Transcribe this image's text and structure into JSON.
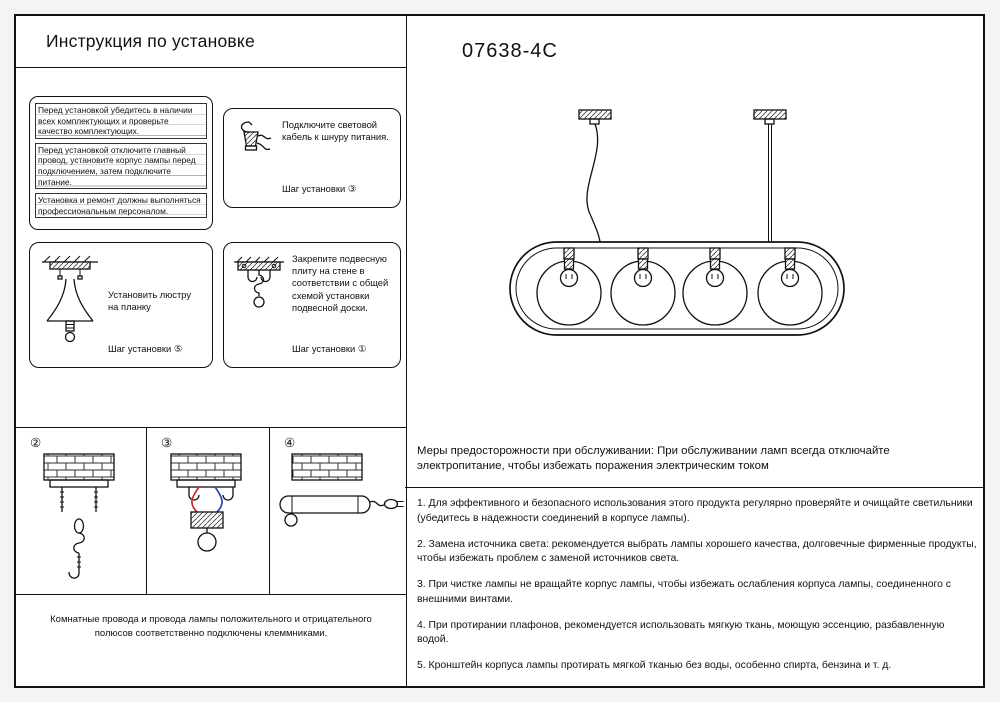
{
  "header": {
    "title": "Инструкция по установке",
    "model": "07638-4C"
  },
  "notes_box": {
    "lines": [
      "Перед установкой убедитесь в наличии всех комплектующих и проверьте качество комплектующих.",
      "Перед установкой отключите главный провод, установите корпус лампы перед подключением, затем подключите питание.",
      "Установка и ремонт должны выполняться профессиональным персоналом."
    ]
  },
  "steps": {
    "connect_cable": {
      "text": "Подключите световой кабель к шнуру питания.",
      "label": "Шаг установки ③"
    },
    "mount_chandelier": {
      "text": "Установить люстру на планку",
      "label": "Шаг установки ⑤"
    },
    "mount_plate": {
      "text": "Закрепите подвесную плиту на стене в соответствии с общей схемой установки подвесной доски.",
      "label": "Шаг установки ①"
    }
  },
  "panels": {
    "labels": [
      "②",
      "③",
      "④"
    ]
  },
  "bottom_note": "Комнатные провода и провода лампы положительного и отрицательного полюсов соответственно подключены клеммниками.",
  "maintenance": {
    "caution": "Меры предосторожности при обслуживании: При обслуживании ламп всегда отключайте электропитание, чтобы избежать поражения электрическим током",
    "items": [
      "1. Для эффективного и безопасного использования этого продукта регулярно проверяйте и очищайте светильники (убедитесь в надежности соединений в корпусе лампы).",
      "2. Замена источника света: рекомендуется выбрать лампы хорошего качества, долговечные фирменные продукты, чтобы избежать проблем с заменой источников света.",
      "3. При чистке лампы не вращайте корпус лампы, чтобы избежать ослабления корпуса лампы, соединенного с внешними винтами.",
      "4. При протирании плафонов, рекомендуется использовать мягкую ткань, моющую эссенцию, разбавленную водой.",
      "5. Кронштейн корпуса лампы протирать мягкой тканью без воды, особенно спирта, бензина и т. д."
    ]
  },
  "colors": {
    "wire_red": "#c03030",
    "wire_blue": "#2742b5",
    "ink": "#111111"
  }
}
